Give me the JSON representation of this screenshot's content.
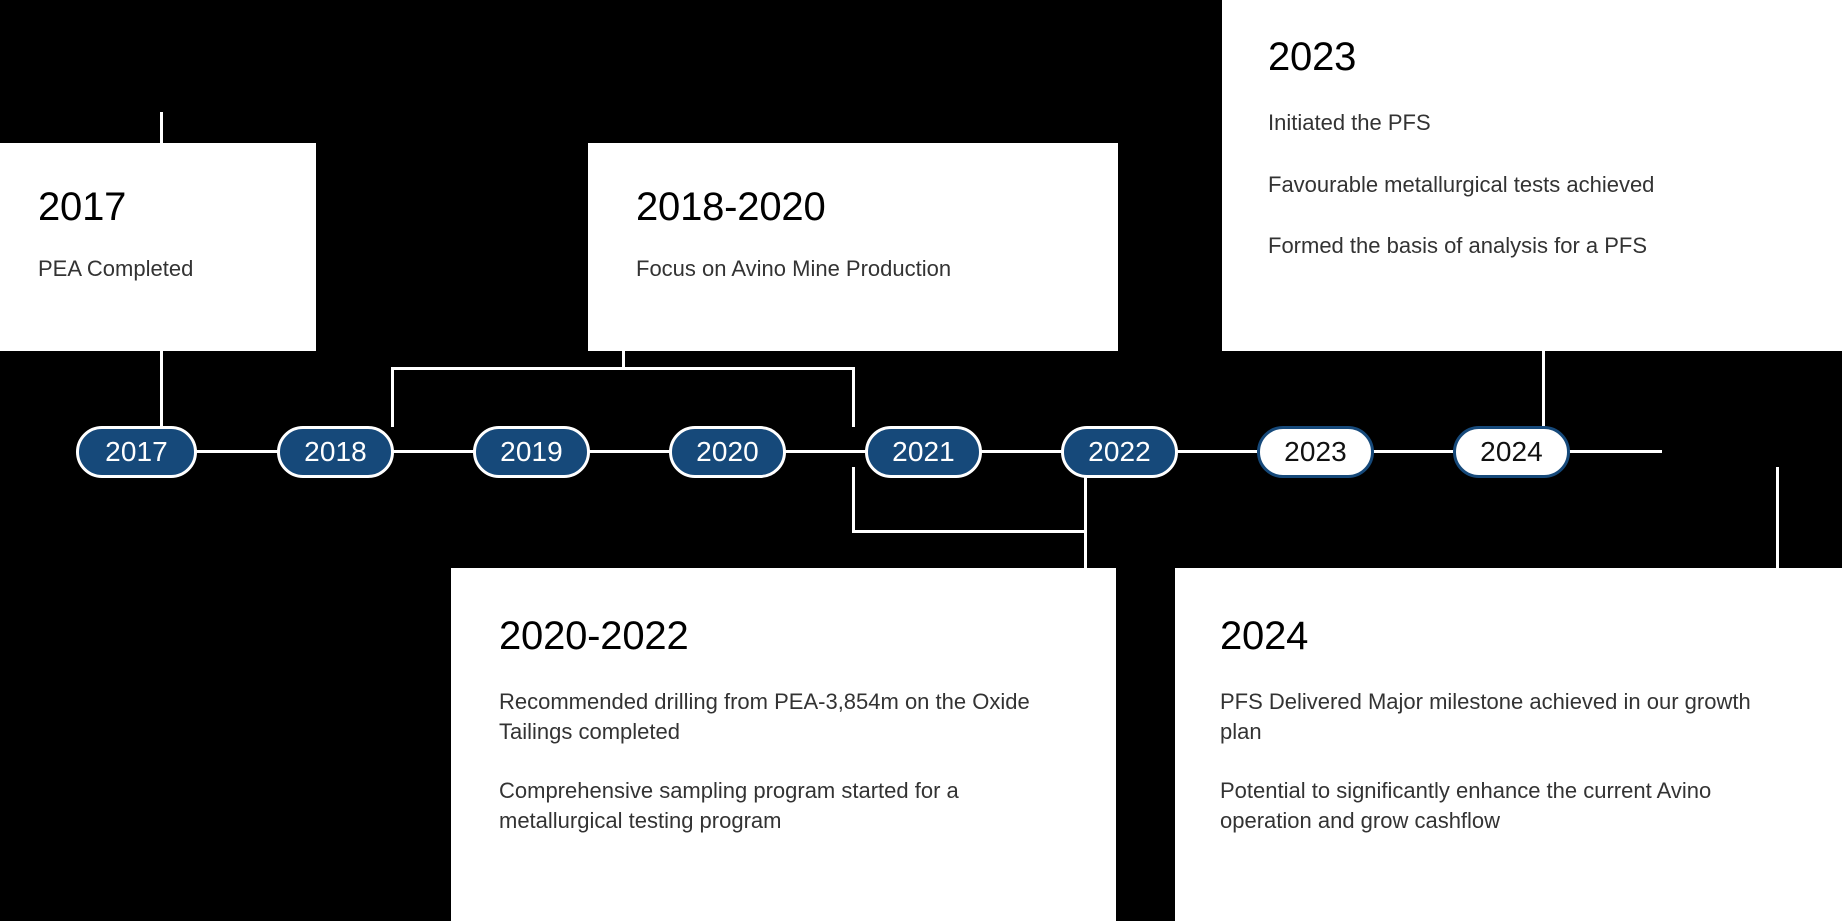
{
  "theme": {
    "background": "#000000",
    "card_background": "#ffffff",
    "navy": "#16497a",
    "line": "#ffffff",
    "title_color": "#000000",
    "body_color": "#333333"
  },
  "timeline": {
    "nodes": [
      {
        "label": "2017",
        "style": "navy"
      },
      {
        "label": "2018",
        "style": "navy"
      },
      {
        "label": "2019",
        "style": "navy"
      },
      {
        "label": "2020",
        "style": "navy"
      },
      {
        "label": "2021",
        "style": "navy"
      },
      {
        "label": "2022",
        "style": "navy"
      },
      {
        "label": "2023",
        "style": "light"
      },
      {
        "label": "2024",
        "style": "light"
      }
    ]
  },
  "cards": [
    {
      "id": "card-2017",
      "title": "2017",
      "lines": [
        "PEA Completed"
      ]
    },
    {
      "id": "card-2018-2020",
      "title": "2018-2020",
      "lines": [
        "Focus on Avino Mine Production"
      ]
    },
    {
      "id": "card-2023",
      "title": "2023",
      "lines": [
        "Initiated the PFS",
        "Favourable metallurgical tests achieved",
        "Formed the basis of analysis for a PFS"
      ]
    },
    {
      "id": "card-2020-2022",
      "title": "2020-2022",
      "lines": [
        "Recommended drilling from PEA-3,854m on the Oxide Tailings completed",
        "Comprehensive sampling program started for a metallurgical testing program"
      ]
    },
    {
      "id": "card-2024",
      "title": "2024",
      "lines": [
        "PFS Delivered Major milestone achieved in our growth plan",
        "Potential to significantly enhance the current Avino operation and grow cashflow"
      ]
    }
  ]
}
